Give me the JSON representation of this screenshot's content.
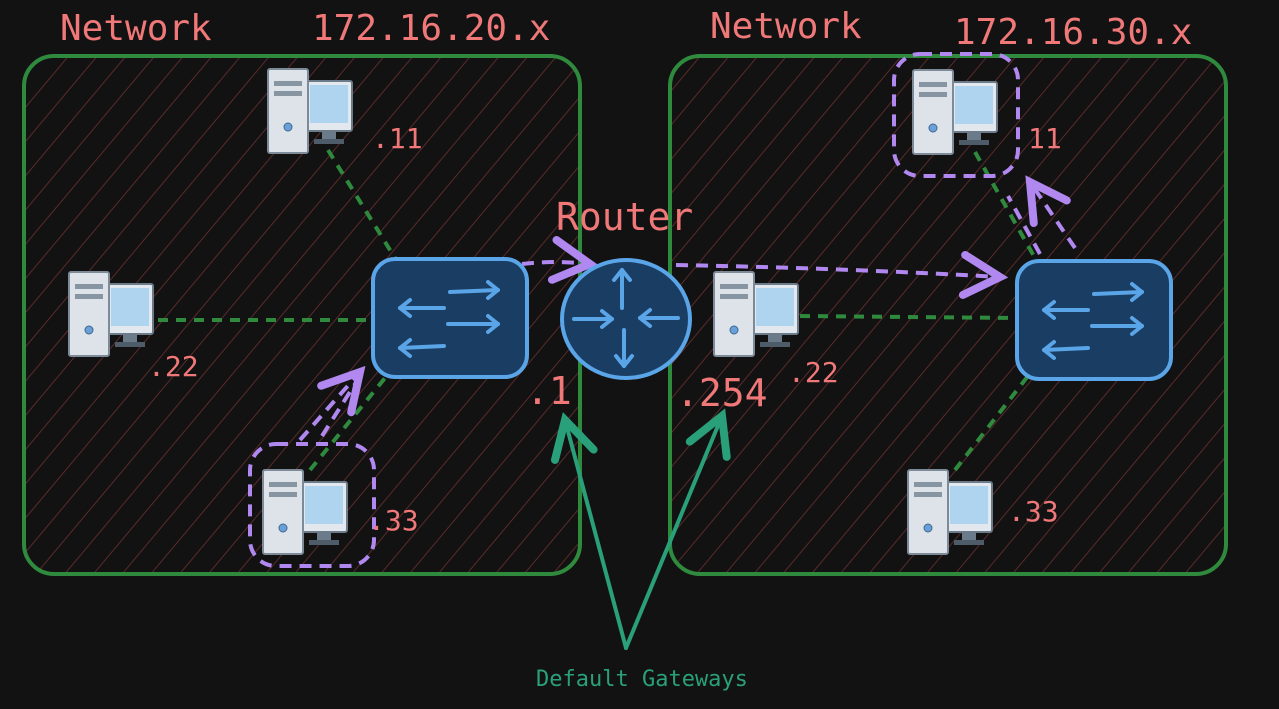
{
  "colors": {
    "background": "#121212",
    "network_border": "#2f8a3e",
    "hatch": "#5a2a2a",
    "label_red": "#f07878",
    "link_green": "#2f8a3e",
    "flow_purple": "#b088f0",
    "device_blue": "#5aa4e8",
    "device_fill": "#1a3d63",
    "gateway_arrow": "#2aa07a"
  },
  "networks": [
    {
      "title": "Network",
      "subnet": "172.16.20.x"
    },
    {
      "title": "Network",
      "subnet": "172.16.30.x"
    }
  ],
  "hosts_left": [
    ".11",
    ".22",
    ".33"
  ],
  "hosts_right": [
    "11",
    ".22",
    ".33"
  ],
  "router": {
    "label": "Router",
    "left_ip": ".1",
    "right_ip": ".254"
  },
  "caption": "Default Gateways",
  "icons": {
    "host": "desktop-computer-icon",
    "switch": "network-switch-icon",
    "router": "router-icon"
  }
}
